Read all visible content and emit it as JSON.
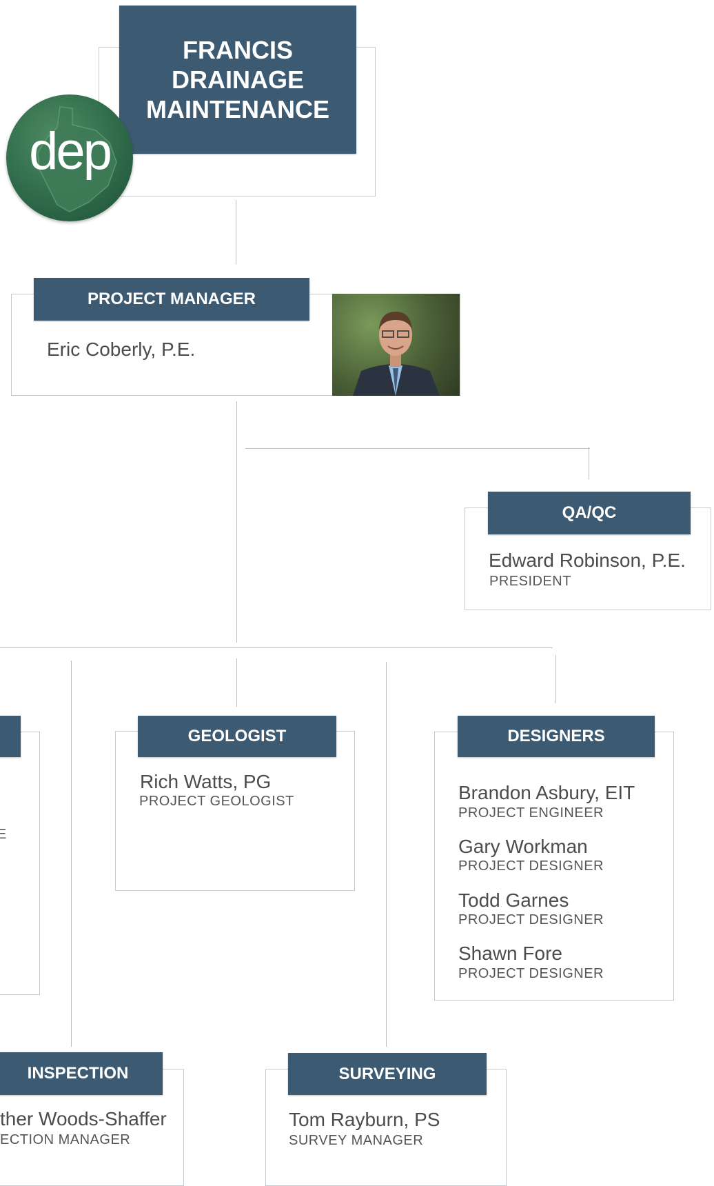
{
  "header": {
    "title_lines": [
      "FRANCIS",
      "DRAINAGE",
      "MAINTENANCE"
    ],
    "logo_text": "dep"
  },
  "project_manager": {
    "title": "PROJECT MANAGER",
    "name": "Eric Coberly, P.E."
  },
  "qaqc": {
    "title": "QA/QC",
    "name": "Edward Robinson, P.E.",
    "role": "PRESIDENT"
  },
  "geologist": {
    "title": "GEOLOGIST",
    "name": "Rich Watts, PG",
    "role": "PROJECT GEOLOGIST"
  },
  "designers": {
    "title": "DESIGNERS",
    "members": [
      {
        "name": "Brandon Asbury, EIT",
        "role": "PROJECT ENGINEER"
      },
      {
        "name": "Gary Workman",
        "role": "PROJECT DESIGNER"
      },
      {
        "name": "Todd Garnes",
        "role": "PROJECT DESIGNER"
      },
      {
        "name": "Shawn Fore",
        "role": "PROJECT DESIGNER"
      }
    ]
  },
  "left_partial": {
    "trailing_char": "E"
  },
  "inspection": {
    "title": "INSPECTION",
    "name": "ther Woods-Shaffer",
    "role": "ECTION MANAGER"
  },
  "surveying": {
    "title": "SURVEYING",
    "name": "Tom Rayburn, PS",
    "role": "SURVEY MANAGER"
  },
  "colors": {
    "banner": "#3d5a73",
    "logo_green": "#2f6b4a",
    "connector": "#b9bec3"
  }
}
